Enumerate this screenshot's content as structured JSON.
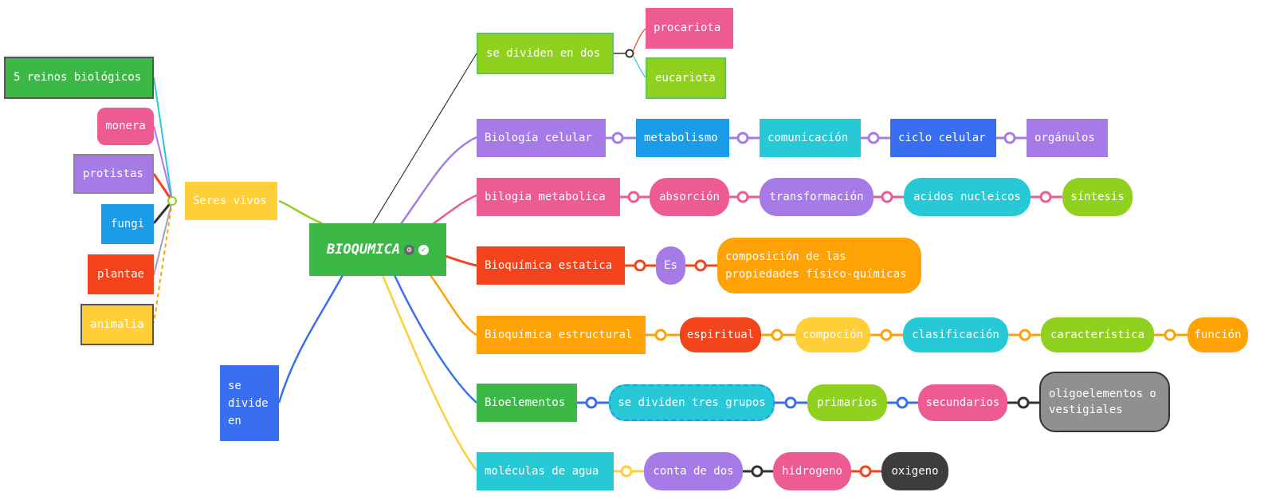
{
  "colors": {
    "green": "#3cb846",
    "lime": "#8fd11e",
    "purple": "#a67be8",
    "pink": "#ee5a92",
    "red": "#f3431c",
    "orange": "#ffa205",
    "blue": "#3a6ef0",
    "cyan": "#28c9d6",
    "skyblue": "#1a9ce8",
    "yellow": "#fecf37",
    "grey": "#909090",
    "dark": "#3d3d3d"
  },
  "central": {
    "label": "BIOQUMICA",
    "badge1_icon": "gear-icon",
    "badge2_icon": "check-icon"
  },
  "left": {
    "seres_vivos": "Seres vivos",
    "children": [
      "5 reinos biológicos",
      "monera",
      "protistas",
      "fungi",
      "plantae",
      "animalia"
    ],
    "se_divide_en": "se\ndivide\nen"
  },
  "branches": {
    "dividen_dos": {
      "label": "se dividen en dos",
      "children": [
        "procariota",
        "eucariota"
      ]
    },
    "biologia_celular": {
      "label": "Biología celular",
      "children": [
        "metabolismo",
        "comunicación",
        "ciclo celular",
        "orgánulos"
      ]
    },
    "bilogia_metabolica": {
      "label": "bilogia metabolica",
      "children": [
        "absorción",
        "transformación",
        "acidos nucleicos",
        "síntesis"
      ]
    },
    "bioquimica_estatica": {
      "label": "Bioquímica estatica",
      "children": [
        "Es",
        "composición de las propiedades físico-químicas"
      ]
    },
    "bioquimica_estructural": {
      "label": "Bioquímica estructural",
      "children": [
        "espiritual",
        "compoción",
        "clasificación",
        "característica",
        "función"
      ]
    },
    "bioelementos": {
      "label": "Bioelementos",
      "children": [
        "se dividen tres grupos",
        "primarios",
        "secundarios",
        "oligoelementos o vestigiales"
      ]
    },
    "moleculas_agua": {
      "label": "moléculas de agua",
      "children": [
        "conta de dos",
        "hidrogeno",
        "oxigeno"
      ]
    }
  }
}
